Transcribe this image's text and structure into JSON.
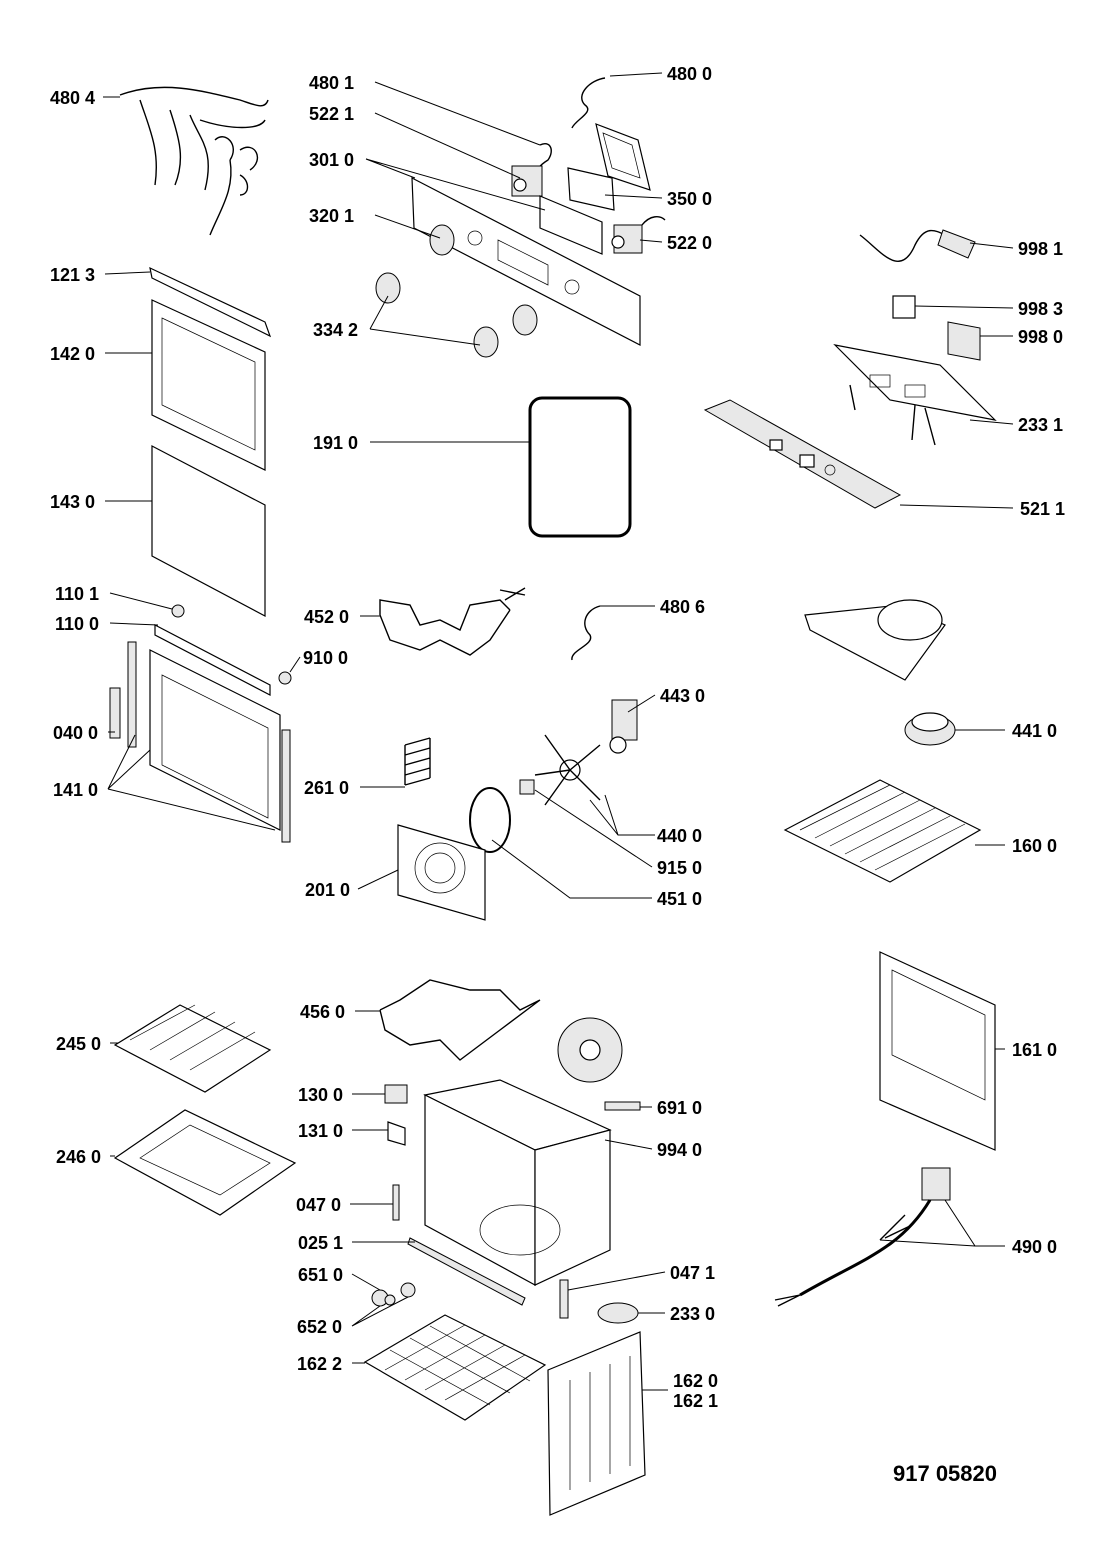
{
  "labels": [
    "480 4",
    "480 1",
    "522 1",
    "301 0",
    "320 1",
    "334 2",
    "480 0",
    "350 0",
    "522 0",
    "121 3",
    "142 0",
    "143 0",
    "191 0",
    "998 1",
    "998 3",
    "998 0",
    "233 1",
    "521 1",
    "110 1",
    "110 0",
    "452 0",
    "910 0",
    "480 6",
    "443 0",
    "040 0",
    "441 0",
    "141 0",
    "261 0",
    "440 0",
    "160 0",
    "915 0",
    "201 0",
    "451 0",
    "456 0",
    "245 0",
    "161 0",
    "130 0",
    "691 0",
    "131 0",
    "994 0",
    "246 0",
    "047 0",
    "025 1",
    "490 0",
    "651 0",
    "047 1",
    "233 0",
    "652 0",
    "162 2",
    "162 0",
    "162 1"
  ],
  "catalog_number": "917 05820"
}
